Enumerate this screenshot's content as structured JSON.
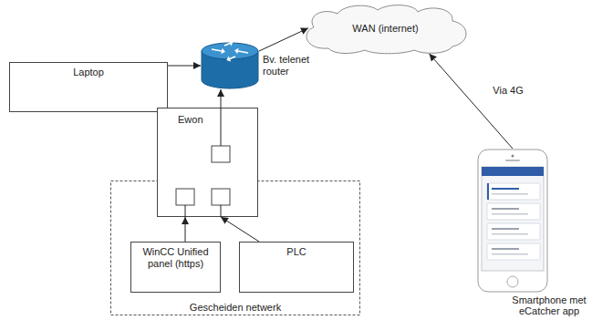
{
  "diagram": {
    "nodes": [
      {
        "text": [
          "Laptop"
        ]
      },
      {
        "text": [
          "Bv. telenet router"
        ]
      },
      {
        "text": [
          "WAN (internet)"
        ]
      },
      {
        "text": [
          "Ewon"
        ]
      },
      {
        "text": [
          "Gescheiden netwerk"
        ]
      },
      {
        "text": [
          "WinCC Unified panel (https)"
        ],
        "in": 4
      },
      {
        "text": [
          "PLC"
        ],
        "in": 4
      },
      {
        "text": [
          "Smartphone met eCatcher app"
        ]
      }
    ],
    "edges": [
      {
        "from": 0,
        "to": 1,
        "arrow": "to"
      },
      {
        "from": 3,
        "to": 1,
        "arrow": "to"
      },
      {
        "from": 1,
        "to": 2,
        "arrow": "to"
      },
      {
        "from": 7,
        "to": 2,
        "label": "Via 4G",
        "arrow": "to"
      },
      {
        "from": 5,
        "to": 3,
        "arrow": "to"
      },
      {
        "from": 6,
        "to": 3,
        "arrow": "to"
      }
    ]
  }
}
